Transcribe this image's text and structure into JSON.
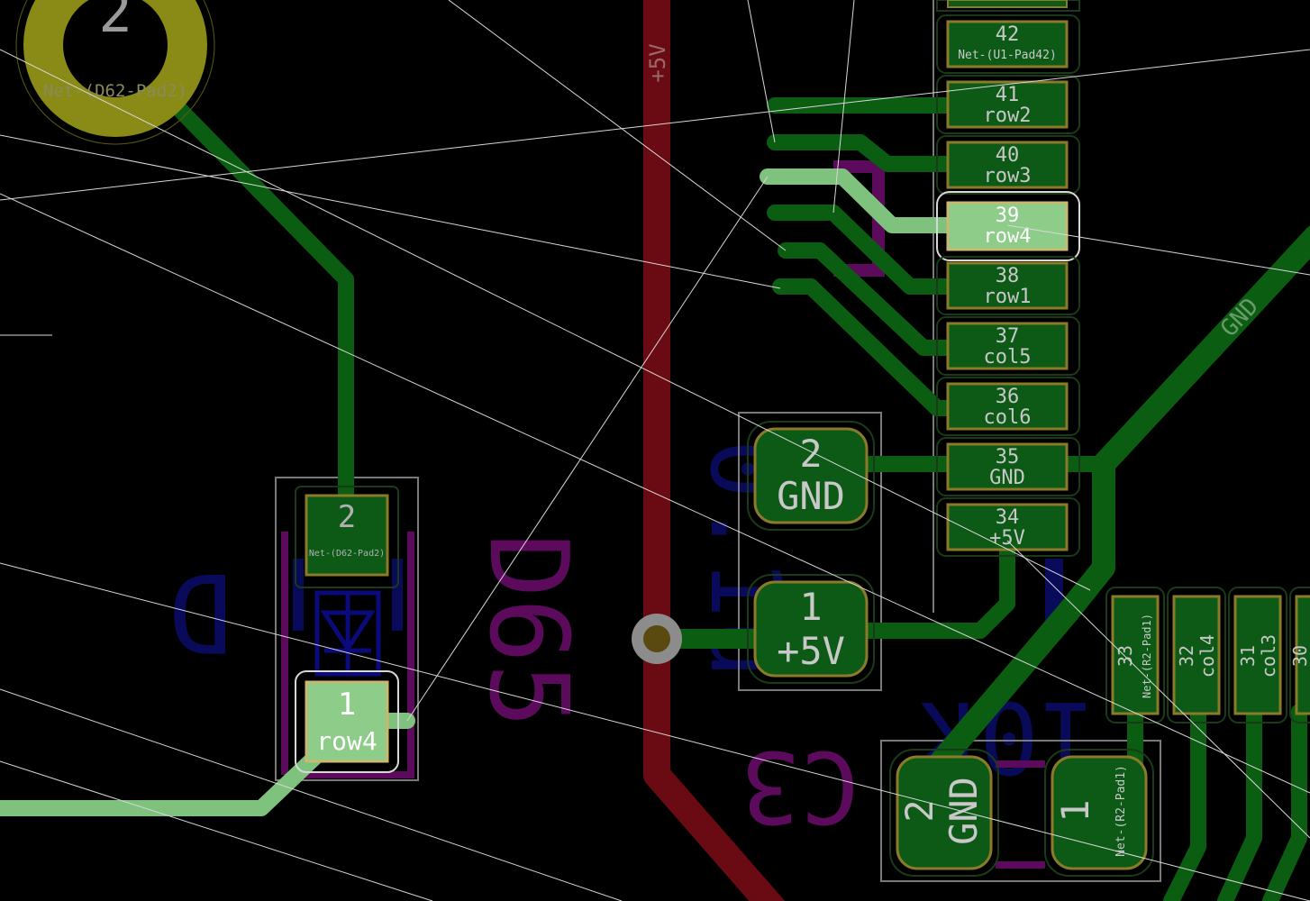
{
  "colors": {
    "background": "#000000",
    "trace_front": "#0b5d12",
    "trace_selected": "#7ec27e",
    "trace_power_back": "#6a0a12",
    "pad_fill": "#0c5a16",
    "pad_outline": "#8a7a2a",
    "pad_selected": "#8ecc8a",
    "silk_front": "#5c0a5c",
    "silk_back": "#0a0a5a",
    "ratsnest": "#d8d8d8",
    "courtyard": "#8a8a8a",
    "pad_text": "#d0d0d0",
    "through_hole": "#8a8a16",
    "via_ring": "#8c8c8c",
    "via_hole": "#5a4a10"
  },
  "through_hole_pad": {
    "number": "2",
    "net": "Net-(D62-Pad2)"
  },
  "diode": {
    "reference": "D65",
    "back_silk": "D",
    "pads": [
      {
        "number": "2",
        "net": "Net-(D62-Pad2)"
      },
      {
        "number": "1",
        "net": "row4"
      }
    ]
  },
  "capacitor": {
    "reference": "C3",
    "pads": [
      {
        "number": "2",
        "net": "GND"
      },
      {
        "number": "1",
        "net": "+5V"
      }
    ]
  },
  "resistor": {
    "back_silk_value": "10k",
    "pads": [
      {
        "number": "2",
        "net": "GND"
      },
      {
        "number": "1",
        "net": "Net-(R2-Pad1)"
      }
    ]
  },
  "power_trace_label": "+5V",
  "gnd_trace_label": "GND",
  "back_silk_text": "0.1u",
  "mcu_pads_right": [
    {
      "number": "42",
      "net": "Net-(U1-Pad42)"
    },
    {
      "number": "41",
      "net": "row2"
    },
    {
      "number": "40",
      "net": "row3"
    },
    {
      "number": "39",
      "net": "row4"
    },
    {
      "number": "38",
      "net": "row1"
    },
    {
      "number": "37",
      "net": "col5"
    },
    {
      "number": "36",
      "net": "col6"
    },
    {
      "number": "35",
      "net": "GND"
    },
    {
      "number": "34",
      "net": "+5V"
    }
  ],
  "mcu_pads_bottom": [
    {
      "number": "33",
      "net": "Net-(R2-Pad1)"
    },
    {
      "number": "32",
      "net": "col4"
    },
    {
      "number": "31",
      "net": "col3"
    },
    {
      "number": "30",
      "net": ""
    }
  ]
}
